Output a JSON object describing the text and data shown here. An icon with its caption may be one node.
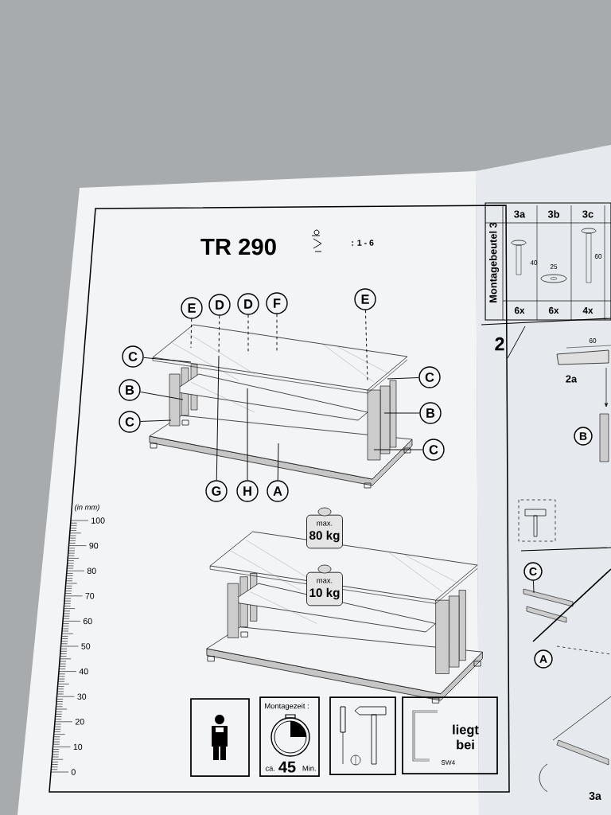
{
  "diagram": {
    "title": "TR 290",
    "nodes": [
      {
        "text": [
          "E"
        ]
      },
      {
        "text": [
          "D"
        ]
      },
      {
        "text": [
          "D"
        ]
      },
      {
        "text": [
          "F"
        ]
      },
      {
        "text": [
          "E"
        ]
      },
      {
        "text": [
          "C"
        ]
      },
      {
        "text": [
          "B"
        ]
      },
      {
        "text": [
          "C"
        ]
      },
      {
        "text": [
          "C"
        ]
      },
      {
        "text": [
          "B"
        ]
      },
      {
        "text": [
          "C"
        ]
      },
      {
        "text": [
          "G"
        ]
      },
      {
        "text": [
          "H"
        ]
      },
      {
        "text": [
          "A"
        ]
      },
      {
        "text": [
          "max.",
          "80 kg"
        ]
      },
      {
        "text": [
          "max.",
          "10 kg"
        ]
      },
      {
        "text": [],
        "shape": "box"
      },
      {
        "text": [
          "Montagezeit :",
          "ca.",
          "45",
          "Min."
        ]
      },
      {
        "text": [],
        "shape": "box"
      },
      {
        "text": [
          "liegt bei",
          "SW4"
        ]
      },
      {
        "text": [
          "B"
        ]
      },
      {
        "text": [
          "C"
        ]
      },
      {
        "text": [
          "A"
        ]
      }
    ],
    "edges": [
      {
        "from": 0,
        "to": null,
        "arrow": "none",
        "style": "dashed"
      },
      {
        "from": 1,
        "to": null,
        "arrow": "none",
        "style": "dashed"
      },
      {
        "from": 2,
        "to": null,
        "arrow": "none",
        "style": "dashed"
      },
      {
        "from": 3,
        "to": null,
        "arrow": "none",
        "style": "dashed"
      },
      {
        "from": 4,
        "to": null,
        "arrow": "none",
        "style": "dashed"
      },
      {
        "from": 5,
        "to": null,
        "arrow": "none"
      },
      {
        "from": 6,
        "to": null,
        "arrow": "none"
      },
      {
        "from": 7,
        "to": null,
        "arrow": "none"
      },
      {
        "from": 8,
        "to": null,
        "arrow": "none"
      },
      {
        "from": 9,
        "to": null,
        "arrow": "none"
      },
      {
        "from": 10,
        "to": null,
        "arrow": "none"
      },
      {
        "from": 11,
        "to": null,
        "arrow": "none"
      },
      {
        "from": 12,
        "to": null,
        "arrow": "none"
      },
      {
        "from": 13,
        "to": null,
        "arrow": "none"
      },
      {
        "from": 21,
        "to": null,
        "arrow": "none"
      }
    ],
    "labels": [
      ": 1 - 6",
      "(in mm)",
      "100",
      "90",
      "80",
      "70",
      "60",
      "50",
      "40",
      "30",
      "20",
      "10",
      "0",
      "Montagebeutel 3",
      "3a",
      "3b",
      "3c",
      "40",
      "25",
      "60",
      "6x",
      "6x",
      "4x",
      "2",
      "60",
      "2a",
      "3a"
    ]
  }
}
